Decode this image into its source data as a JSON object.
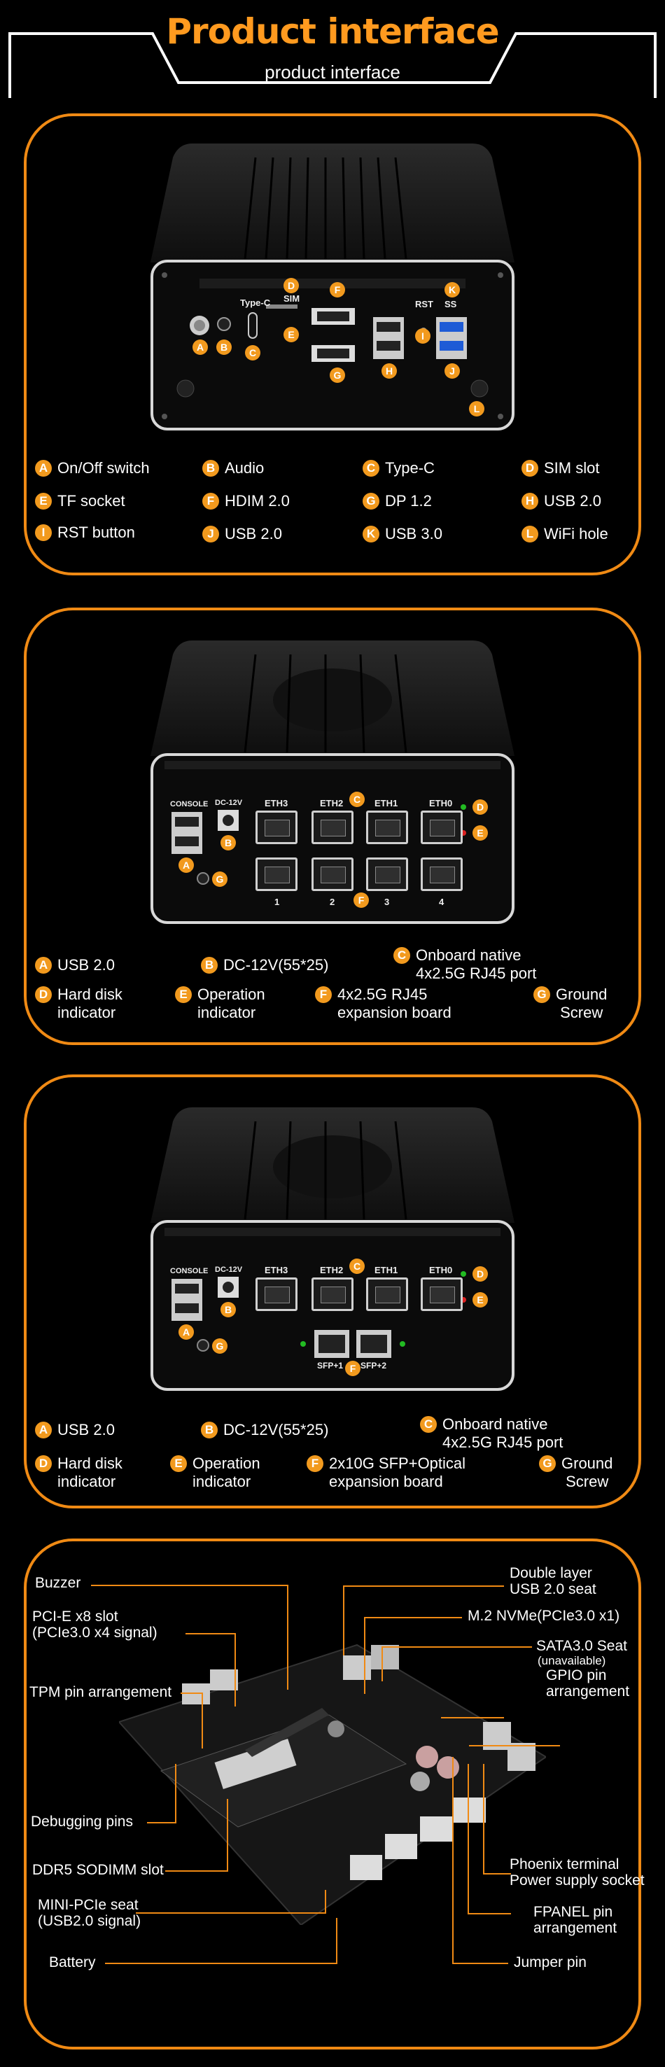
{
  "header": {
    "title": "Product interface",
    "subtitle": "product interface"
  },
  "panel1": {
    "ports": {
      "typec": "Type-C",
      "sim": "SIM",
      "rst": "RST",
      "ss": "SS"
    },
    "markers": [
      "A",
      "B",
      "C",
      "D",
      "E",
      "F",
      "G",
      "H",
      "I",
      "J",
      "K",
      "L"
    ],
    "legend": [
      {
        "letter": "A",
        "label": "On/Off switch"
      },
      {
        "letter": "B",
        "label": "Audio"
      },
      {
        "letter": "C",
        "label": "Type-C"
      },
      {
        "letter": "D",
        "label": "SIM slot"
      },
      {
        "letter": "E",
        "label": "TF socket"
      },
      {
        "letter": "F",
        "label": "HDIM 2.0"
      },
      {
        "letter": "G",
        "label": "DP 1.2"
      },
      {
        "letter": "H",
        "label": "USB 2.0"
      },
      {
        "letter": "I",
        "label": "RST button"
      },
      {
        "letter": "J",
        "label": "USB 2.0"
      },
      {
        "letter": "K",
        "label": "USB 3.0"
      },
      {
        "letter": "L",
        "label": "WiFi hole"
      }
    ]
  },
  "panel2": {
    "ports": {
      "console": "CONSOLE",
      "dc": "DC-12V",
      "eth3": "ETH3",
      "eth2": "ETH2",
      "eth1": "ETH1",
      "eth0": "ETH0",
      "n1": "1",
      "n2": "2",
      "n3": "3",
      "n4": "4"
    },
    "markers": [
      "A",
      "B",
      "C",
      "D",
      "E",
      "F",
      "G"
    ],
    "legend": [
      {
        "letter": "A",
        "label": "USB 2.0"
      },
      {
        "letter": "B",
        "label": "DC-12V(55*25)"
      },
      {
        "letter": "C",
        "label": "Onboard native\n4x2.5G RJ45 port"
      },
      {
        "letter": "D",
        "label": "Hard disk\nindicator"
      },
      {
        "letter": "E",
        "label": "Operation\nindicator"
      },
      {
        "letter": "F",
        "label": "4x2.5G RJ45\nexpansion board"
      },
      {
        "letter": "G",
        "label": "Ground\nScrew"
      }
    ]
  },
  "panel3": {
    "ports": {
      "console": "CONSOLE",
      "dc": "DC-12V",
      "eth3": "ETH3",
      "eth2": "ETH2",
      "eth1": "ETH1",
      "eth0": "ETH0",
      "sfp1": "SFP+1",
      "sfp2": "SFP+2"
    },
    "markers": [
      "A",
      "B",
      "C",
      "D",
      "E",
      "F",
      "G"
    ],
    "legend": [
      {
        "letter": "A",
        "label": "USB 2.0"
      },
      {
        "letter": "B",
        "label": "DC-12V(55*25)"
      },
      {
        "letter": "C",
        "label": "Onboard native\n4x2.5G RJ45 port"
      },
      {
        "letter": "D",
        "label": "Hard disk\nindicator"
      },
      {
        "letter": "E",
        "label": "Operation\nindicator"
      },
      {
        "letter": "F",
        "label": "2x10G SFP+Optical\nexpansion board"
      },
      {
        "letter": "G",
        "label": "Ground\nScrew"
      }
    ]
  },
  "panel4": {
    "left": [
      "Buzzer",
      "PCI-E x8 slot\n(PCIe3.0 x4 signal)",
      "TPM pin arrangement",
      "Debugging pins",
      "DDR5 SODIMM slot",
      "MINI-PCIe seat\n(USB2.0 signal)",
      "Battery"
    ],
    "right": [
      "Double layer\nUSB 2.0 seat",
      "M.2 NVMe(PCIe3.0 x1)",
      "SATA3.0 Seat",
      "(unavailable)",
      "GPIO pin\narrangement",
      "Phoenix terminal\nPower supply socket",
      "FPANEL pin\narrangement",
      "Jumper pin"
    ]
  }
}
